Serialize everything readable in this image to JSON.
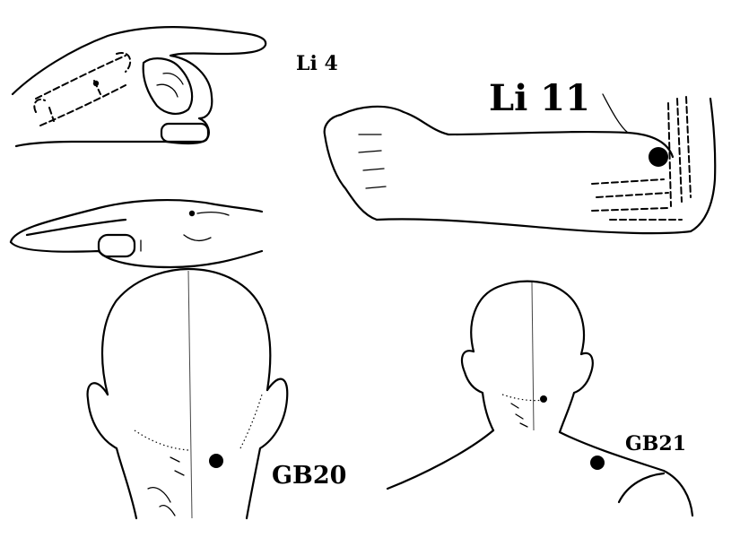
{
  "points": [
    {
      "id": "li4",
      "label": "Li 4"
    },
    {
      "id": "li11",
      "label": "Li 11"
    },
    {
      "id": "gb20",
      "label": "GB20"
    },
    {
      "id": "gb21",
      "label": "GB21"
    }
  ],
  "colors": {
    "ink": "#000000",
    "background": "#ffffff"
  }
}
